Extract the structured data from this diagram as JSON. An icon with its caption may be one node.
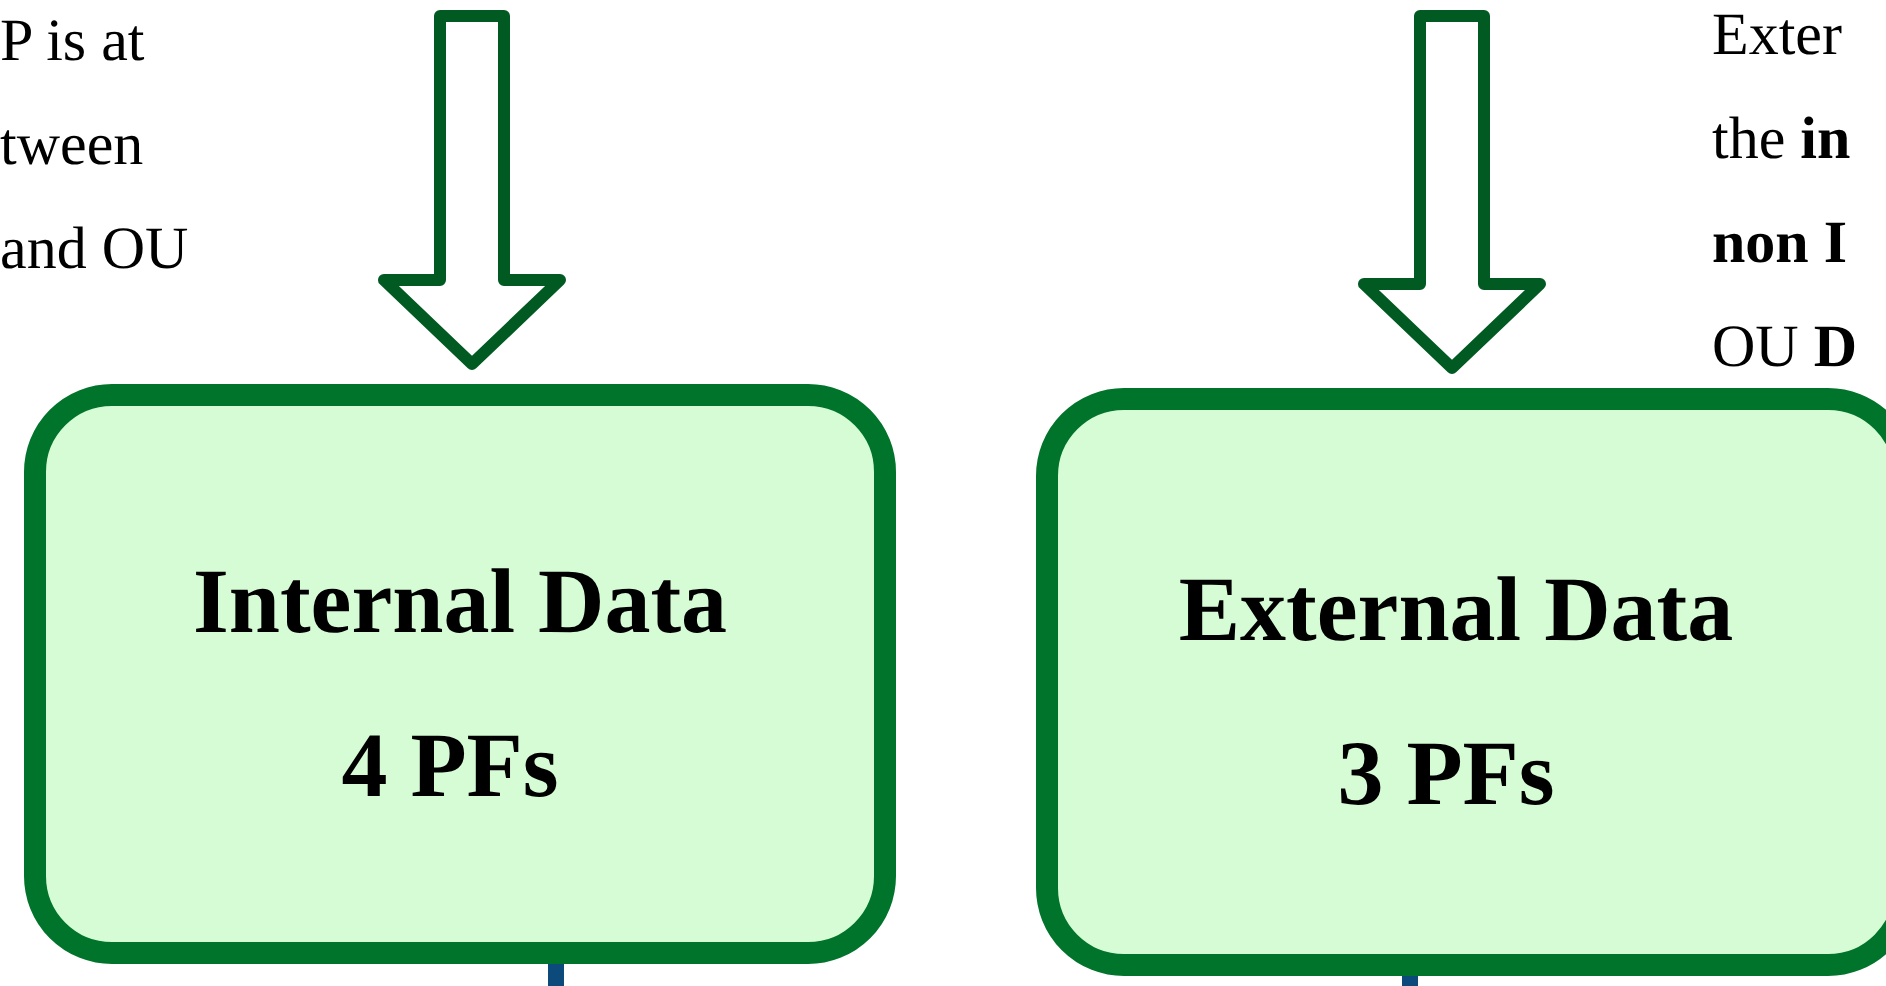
{
  "diagram": {
    "nodes": [
      {
        "text": [
          "Internal Data",
          "4 PFs"
        ]
      },
      {
        "text": [
          "External Data",
          "3 PFs"
        ]
      }
    ],
    "edges": [
      {
        "from": null,
        "to": 0,
        "arrow": "to"
      },
      {
        "from": null,
        "to": 1,
        "arrow": "to"
      },
      {
        "from": 0,
        "to": null,
        "arrow": "none",
        "color": "#0b4a7a"
      },
      {
        "from": 1,
        "to": null,
        "arrow": "none",
        "color": "#0b4a7a"
      }
    ],
    "labels": [
      "P is at tween and OU",
      "Exter the **in** **non I** OU **D**"
    ]
  }
}
